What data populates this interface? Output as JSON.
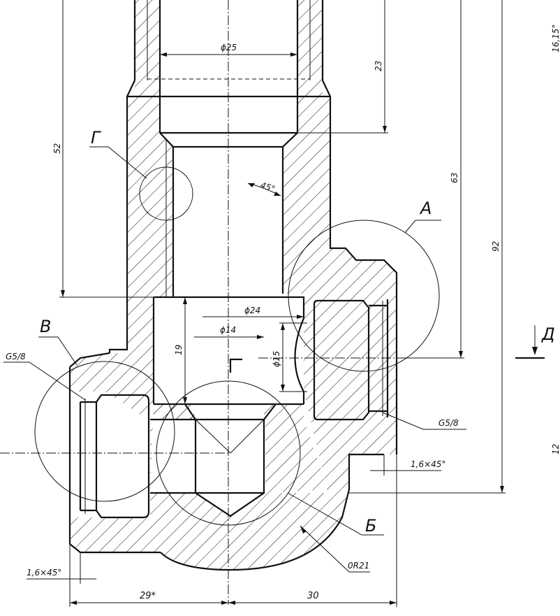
{
  "labels": {
    "section_g": "Г",
    "section_a": "А",
    "section_v": "В",
    "section_b": "Б",
    "view_d": "Д",
    "section_mark": "Г"
  },
  "dimensions": {
    "dia_25": "ϕ25",
    "d_23": "23",
    "d_52": "52",
    "angle_45": "45°",
    "d_63": "63",
    "d_92": "92",
    "dia_24": "ϕ24",
    "dia_14": "ϕ14",
    "dia_15": "ϕ15",
    "d_19": "19",
    "thread_left": "G5/8",
    "thread_right": "G5/8",
    "chamfer_right": "1,6×45°",
    "chamfer_left": "1,6×45°",
    "radius": "0R21",
    "d_29": "29*",
    "d_30": "30",
    "edge_top": "16,15°",
    "edge_mid": "12"
  }
}
